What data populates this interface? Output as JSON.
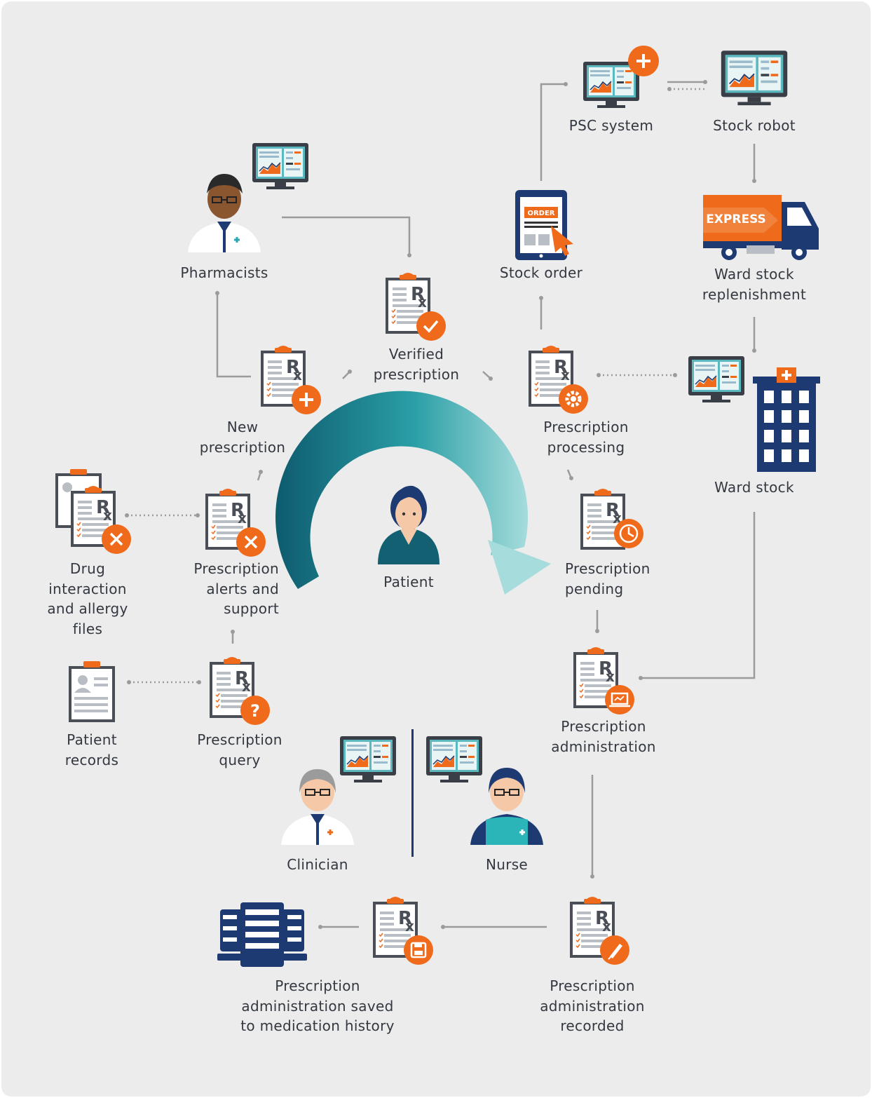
{
  "colors": {
    "orange": "#ef6a1a",
    "navy": "#1e3a73",
    "teal_dark": "#0e5b6e",
    "teal_light": "#8ed1d3",
    "line": "#9b9b9b",
    "text": "#333840",
    "background": "#ececec"
  },
  "nodes": {
    "psc_system": {
      "label": "PSC system",
      "icon": "computer-icon"
    },
    "stock_robot": {
      "label": "Stock robot",
      "icon": "computer-icon"
    },
    "pharmacists": {
      "label": "Pharmacists",
      "icon": "pharmacist-icon"
    },
    "stock_order": {
      "label": "Stock order",
      "icon": "tablet-order-icon",
      "badge_text": "ORDER"
    },
    "ward_stock_replenishment": {
      "label": "Ward stock\nreplenishment",
      "icon": "delivery-truck-icon",
      "badge_text": "EXPRESS"
    },
    "verified_prescription": {
      "label": "Verified\nprescription",
      "icon": "rx-check-icon"
    },
    "new_prescription": {
      "label": "New\nprescription",
      "icon": "rx-plus-icon"
    },
    "prescription_processing": {
      "label": "Prescription\nprocessing",
      "icon": "rx-gear-icon"
    },
    "ward_stock": {
      "label": "Ward stock",
      "icon": "hospital-building-icon"
    },
    "drug_interaction": {
      "label": "Drug\ninteraction\nand allergy\nfiles",
      "icon": "rx-files-x-icon"
    },
    "prescription_alerts": {
      "label": "Prescription\nalerts and\nsupport",
      "icon": "rx-x-icon"
    },
    "patient": {
      "label": "Patient",
      "icon": "patient-icon"
    },
    "prescription_pending": {
      "label": "Prescription\npending",
      "icon": "rx-clock-icon"
    },
    "patient_records": {
      "label": "Patient\nrecords",
      "icon": "patient-record-icon"
    },
    "prescription_query": {
      "label": "Prescription\nquery",
      "icon": "rx-question-icon"
    },
    "prescription_administration": {
      "label": "Prescription\nadministration",
      "icon": "rx-monitor-icon"
    },
    "clinician": {
      "label": "Clinician",
      "icon": "clinician-icon"
    },
    "nurse": {
      "label": "Nurse",
      "icon": "nurse-icon"
    },
    "admin_saved": {
      "label": "Prescription\nadministration saved\nto medication history",
      "icon": "rx-save-icon"
    },
    "admin_recorded": {
      "label": "Prescription\nadministration\nrecorded",
      "icon": "rx-pen-icon"
    },
    "server": {
      "icon": "server-rack-icon"
    }
  }
}
